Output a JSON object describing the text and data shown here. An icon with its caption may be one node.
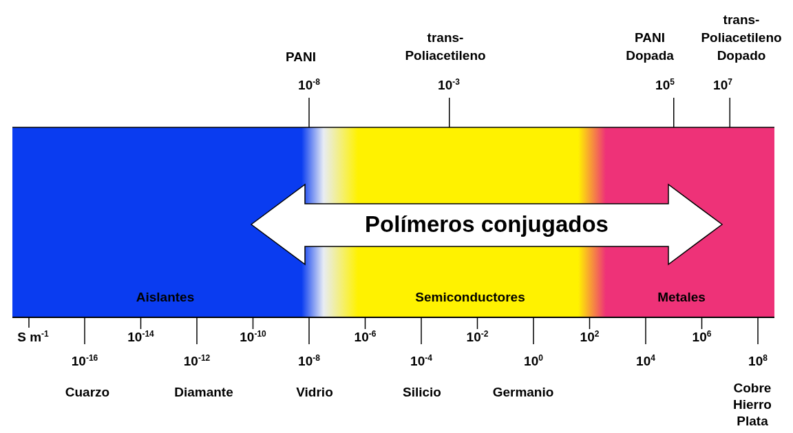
{
  "diagram": {
    "nodes": [
      {
        "text": [
          "Polímeros conjugados"
        ]
      }
    ],
    "labels": [
      "PANI",
      "10$^{-8}$",
      "trans- Poliacetileno",
      "10$^{-3}$",
      "PANI Dopada",
      "10$^{5}$",
      "trans- Poliacetileno Dopado",
      "10$^{7}$",
      "Aislantes",
      "Semiconductores",
      "Metales",
      "S m$^{-1}$",
      "10$^{-14}$",
      "10$^{-10}$",
      "10$^{-6}$",
      "10$^{-2}$",
      "10$^{2}$",
      "10$^{6}$",
      "10$^{-16}$",
      "10$^{-12}$",
      "10$^{-8}$",
      "10$^{-4}$",
      "10$^{0}$",
      "10$^{4}$",
      "10$^{8}$",
      "Cuarzo",
      "Diamante",
      "Vidrio",
      "Silicio",
      "Germanio",
      "Cobre Hierro Plata"
    ]
  }
}
